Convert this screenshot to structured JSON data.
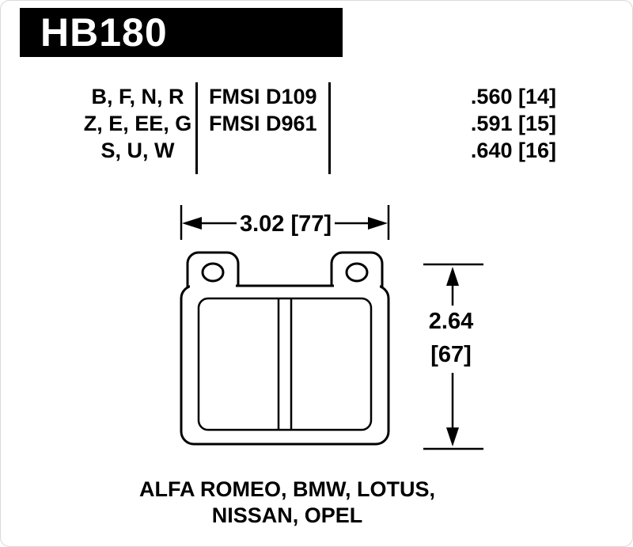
{
  "header": {
    "part_number": "HB180"
  },
  "spec_table": {
    "compound_rows": [
      "B, F, N, R",
      "Z, E, EE, G",
      "S, U, W"
    ],
    "fmsi_rows": [
      "FMSI D109",
      "FMSI D961"
    ],
    "thickness_rows": [
      ".560 [14]",
      ".591 [15]",
      ".640 [16]"
    ]
  },
  "drawing": {
    "width_dim": "3.02 [77]",
    "height_dim_in": "2.64",
    "height_dim_mm": "[67]"
  },
  "applications": {
    "line1": "ALFA ROMEO, BMW, LOTUS,",
    "line2": "NISSAN, OPEL"
  },
  "colors": {
    "ink": "#000000",
    "banner_bg": "#000000",
    "banner_text": "#ffffff",
    "background": "#ffffff"
  }
}
